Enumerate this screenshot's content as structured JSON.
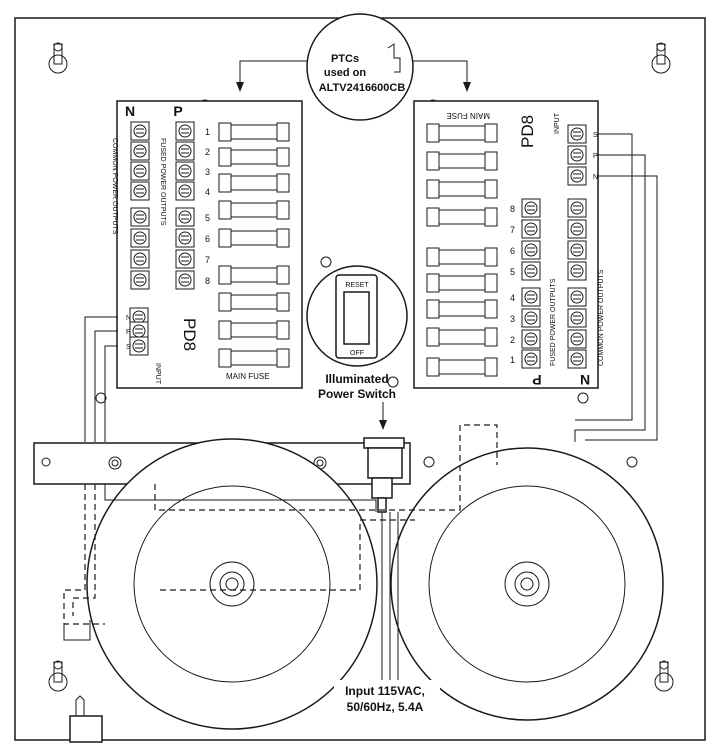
{
  "callouts": {
    "ptc_line1": "PTCs",
    "ptc_line2": "used on",
    "ptc_line3": "ALTV2416600CB",
    "switch_line1": "Illuminated",
    "switch_line2": "Power Switch",
    "input_line1": "Input 115VAC,",
    "input_line2": "50/60Hz, 5.4A"
  },
  "switch": {
    "reset": "RESET",
    "off": "OFF"
  },
  "left_board": {
    "pd_label": "PD8",
    "main_fuse": "MAIN FUSE",
    "n_label": "N",
    "p_label": "P",
    "channels": [
      "1",
      "2",
      "3",
      "4",
      "5",
      "6",
      "7",
      "8"
    ],
    "common_label": "COMMON POWER OUTPUTS",
    "fused_label": "FUSED POWER OUTPUTS",
    "input_label": "INPUT",
    "input_terminals": [
      "N",
      "P",
      "S"
    ]
  },
  "right_board": {
    "pd_label": "PD8",
    "main_fuse": "MAIN FUSE",
    "n_label": "N",
    "p_label": "P",
    "channels": [
      "8",
      "7",
      "6",
      "5",
      "4",
      "3",
      "2",
      "1"
    ],
    "common_label": "COMMON POWER OUTPUTS",
    "fused_label": "FUSED POWER OUTPUTS",
    "input_label": "INPUT",
    "input_terminals": [
      "S",
      "P",
      "N"
    ]
  }
}
